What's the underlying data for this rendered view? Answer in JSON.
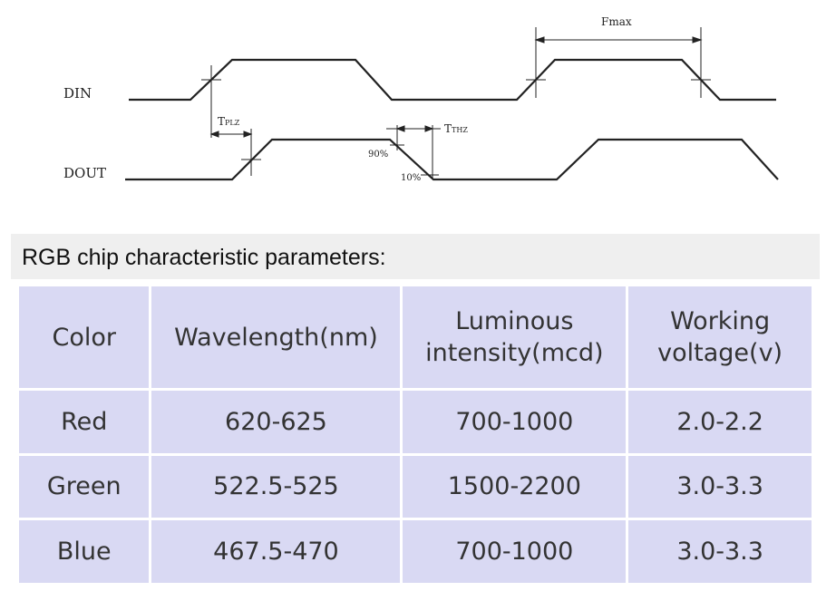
{
  "diagram": {
    "din_label": "DIN",
    "dout_label": "DOUT",
    "fmax_label": "Fmax",
    "tplz_label_main": "T",
    "tplz_label_sub": "PLZ",
    "tthz_label_main": "T",
    "tthz_label_sub": "THZ",
    "pct_90": "90%",
    "pct_10": "10%"
  },
  "section": {
    "title": "RGB chip characteristic parameters:"
  },
  "table": {
    "headers": {
      "color": "Color",
      "wavelength": "Wavelength(nm)",
      "luminous_line1": "Luminous",
      "luminous_line2": "intensity(mcd)",
      "voltage_line1": "Working",
      "voltage_line2": "voltage(v)"
    },
    "rows": [
      {
        "color": "Red",
        "wavelength": "620-625",
        "intensity": "700-1000",
        "voltage": "2.0-2.2"
      },
      {
        "color": "Green",
        "wavelength": "522.5-525",
        "intensity": "1500-2200",
        "voltage": "3.0-3.3"
      },
      {
        "color": "Blue",
        "wavelength": "467.5-470",
        "intensity": "700-1000",
        "voltage": "3.0-3.3"
      }
    ]
  }
}
